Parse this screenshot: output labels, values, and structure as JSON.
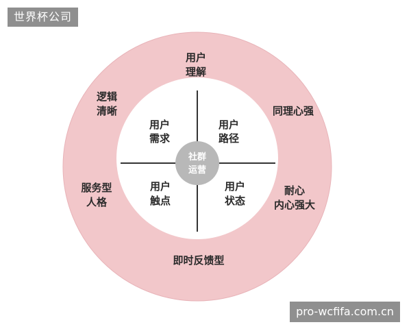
{
  "watermark_top": "世界杯公司",
  "watermark_bottom": "pro-wcfifa.com.cn",
  "colors": {
    "ring": "#f2c7ca",
    "ring_edge": "#e8b3b8",
    "inner": "#ffffff",
    "center": "#b8b8b8",
    "lines": "#333333",
    "text": "#2a2a2a"
  },
  "center": {
    "line1": "社群",
    "line2": "运营"
  },
  "quadrants": {
    "top_left": {
      "line1": "用户",
      "line2": "需求"
    },
    "top_right": {
      "line1": "用户",
      "line2": "路径"
    },
    "bottom_left": {
      "line1": "用户",
      "line2": "触点"
    },
    "bottom_right": {
      "line1": "用户",
      "line2": "状态"
    }
  },
  "ring_items": {
    "top": {
      "line1": "用户",
      "line2": "理解"
    },
    "top_left": {
      "line1": "逻辑",
      "line2": "清晰"
    },
    "top_right": {
      "line1": "同理心强"
    },
    "left": {
      "line1": "服务型",
      "line2": "人格"
    },
    "right": {
      "line1": "耐心",
      "line2": "内心强大"
    },
    "bottom": {
      "line1": "即时反馈型"
    }
  }
}
